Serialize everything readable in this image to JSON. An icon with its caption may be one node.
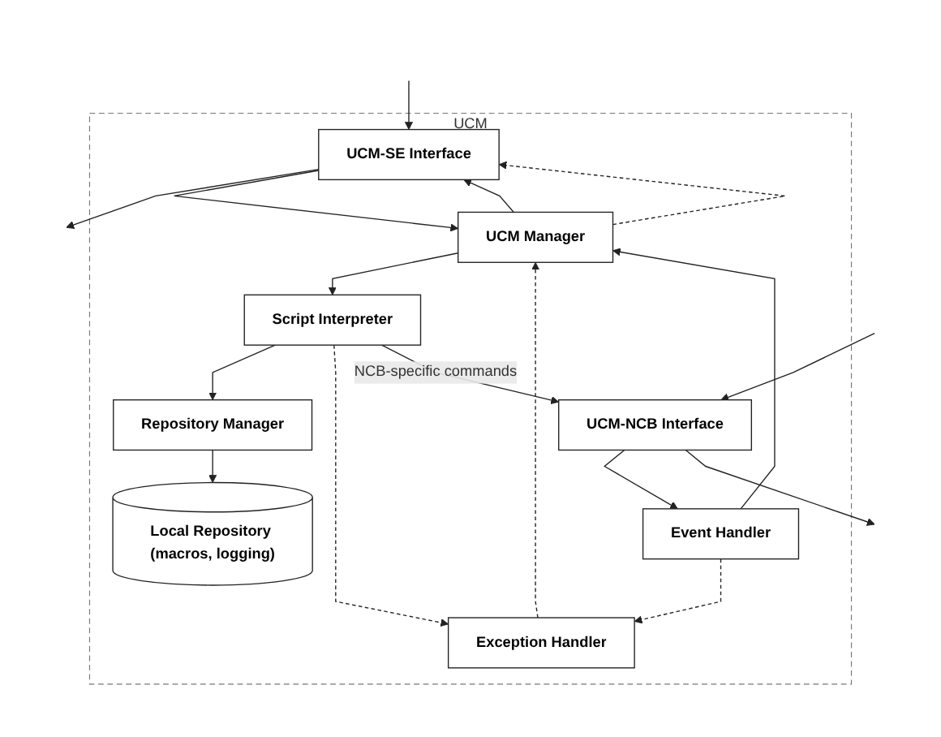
{
  "diagram": {
    "nodes": [
      {
        "text": [
          "UCM"
        ]
      },
      {
        "text": [
          "UCM-SE Interface"
        ],
        "in": 0
      },
      {
        "text": [
          "UCM Manager"
        ],
        "in": 0
      },
      {
        "text": [
          "Exception Handler"
        ],
        "in": 0
      },
      {
        "text": [
          "Repository Manager"
        ],
        "in": 0
      },
      {
        "text": [
          "Script Interpreter"
        ],
        "in": 0
      },
      {
        "text": [
          "Local Repository (macros, logging)"
        ],
        "in": 0
      },
      {
        "text": [
          "Event Handler"
        ],
        "in": 0
      },
      {
        "text": [
          "UCM-NCB Interface"
        ],
        "in": 0
      }
    ],
    "edges": [
      {
        "from": null,
        "to": 1,
        "arrow": "to"
      },
      {
        "from": 1,
        "to": null,
        "arrow": "to"
      },
      {
        "from": 1,
        "to": 2,
        "arrow": "to"
      },
      {
        "from": 2,
        "to": 1,
        "arrow": "to"
      },
      {
        "from": 2,
        "to": 1,
        "arrow": "to",
        "style": "dashed"
      },
      {
        "from": 3,
        "to": 2,
        "arrow": "to",
        "style": "dashed"
      },
      {
        "from": 7,
        "to": 2,
        "arrow": "to"
      },
      {
        "from": 2,
        "to": 5,
        "arrow": "to"
      },
      {
        "from": 5,
        "to": 4,
        "arrow": "to"
      },
      {
        "from": 4,
        "to": 6,
        "arrow": "to"
      },
      {
        "from": 5,
        "to": 3,
        "arrow": "to",
        "style": "dashed"
      },
      {
        "from": 7,
        "to": 3,
        "arrow": "to",
        "style": "dashed"
      },
      {
        "from": 5,
        "to": 8,
        "arrow": "to",
        "label": "NCB-specific commands"
      },
      {
        "from": 8,
        "to": 7,
        "arrow": "to"
      },
      {
        "from": 8,
        "to": null,
        "arrow": "to"
      },
      {
        "from": null,
        "to": 8,
        "arrow": "to"
      }
    ]
  }
}
